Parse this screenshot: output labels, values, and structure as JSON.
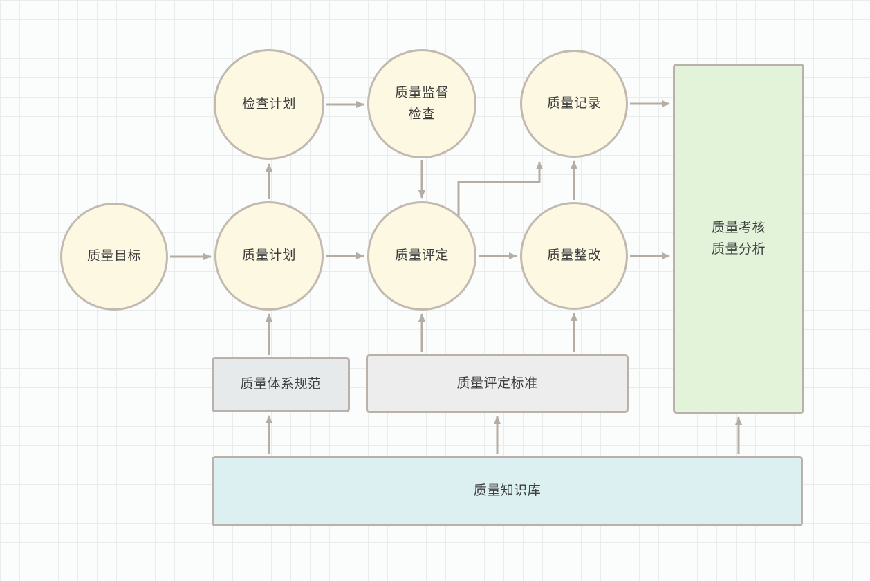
{
  "diagram": {
    "styles": {
      "circle_fill": "#fdf8e2",
      "circle_border": "#c2b9b0",
      "green_fill": "#e2f3da",
      "gray_fill_1": "#e7eaeb",
      "gray_fill_2": "#ededee",
      "blue_fill": "#dcf0f2",
      "rect_border": "#b9b1aa",
      "arrow_color": "#b5aca4",
      "text_color": "#3e3e3e",
      "bg_color": "#fbfcfc",
      "grid_color": "#e9eced"
    },
    "nodes": {
      "quality_goal": {
        "label": "质量目标"
      },
      "inspection_plan": {
        "label": "检查计划"
      },
      "quality_supervision_inspection": {
        "label": "质量监督\n检查"
      },
      "quality_record": {
        "label": "质量记录"
      },
      "quality_plan": {
        "label": "质量计划"
      },
      "quality_assessment": {
        "label": "质量评定"
      },
      "quality_rectification": {
        "label": "质量整改"
      },
      "quality_review_analysis": {
        "label": "质量考核\n质量分析"
      },
      "quality_system_spec": {
        "label": "质量体系规范"
      },
      "quality_assessment_standard": {
        "label": "质量评定标准"
      },
      "quality_knowledge_base": {
        "label": "质量知识库"
      }
    }
  }
}
